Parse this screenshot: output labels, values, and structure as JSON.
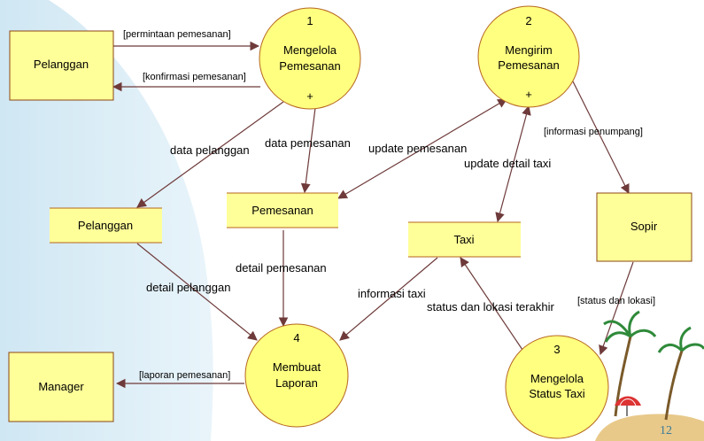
{
  "external_entities": [
    {
      "id": "pelanggan",
      "label": "Pelanggan"
    },
    {
      "id": "sopir",
      "label": "Sopir"
    },
    {
      "id": "manager",
      "label": "Manager"
    }
  ],
  "processes": [
    {
      "id": "p1",
      "number": "1",
      "line1": "Mengelola",
      "line2": "Pemesanan",
      "expand": "+"
    },
    {
      "id": "p2",
      "number": "2",
      "line1": "Mengirim",
      "line2": "Pemesanan",
      "expand": "+"
    },
    {
      "id": "p3",
      "number": "3",
      "line1": "Mengelola",
      "line2": "Status Taxi"
    },
    {
      "id": "p4",
      "number": "4",
      "line1": "Membuat",
      "line2": "Laporan"
    }
  ],
  "data_stores": [
    {
      "id": "ds_pelanggan",
      "label": "Pelanggan"
    },
    {
      "id": "ds_pemesanan",
      "label": "Pemesanan"
    },
    {
      "id": "ds_taxi",
      "label": "Taxi"
    }
  ],
  "flows": {
    "permintaan": "[permintaan pemesanan]",
    "konfirmasi": "[konfirmasi pemesanan]",
    "data_pelanggan": "data pelanggan",
    "data_pemesanan": "data pemesanan",
    "update_pemesanan": "update pemesanan",
    "update_detail_taxi": "update detail taxi",
    "informasi_penumpang": "[informasi penumpang]",
    "detail_pemesanan": "detail pemesanan",
    "detail_pelanggan": "detail pelanggan",
    "informasi_taxi": "informasi taxi",
    "status_lokasi_terakhir": "status dan lokasi terakhir",
    "status_lokasi": "[status dan lokasi]",
    "laporan": "[laporan pemesanan]"
  },
  "page_number": "12",
  "colors": {
    "entity_fill": "#ffff99",
    "process_fill": "#ffff80",
    "flow_stroke": "#6e3a3a",
    "background_shape": "#d6ecf6"
  }
}
